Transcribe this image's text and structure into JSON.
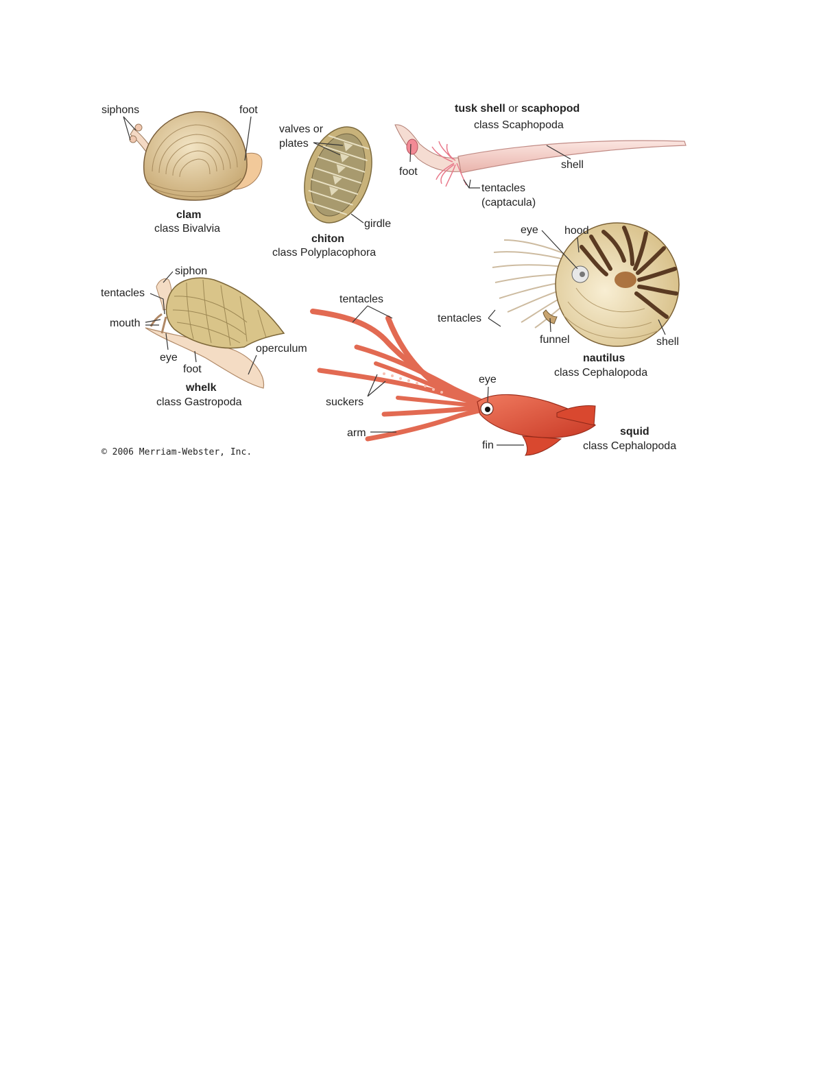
{
  "clam": {
    "labels": {
      "siphons": "siphons",
      "foot": "foot"
    },
    "name": "clam",
    "class": "class Bivalvia"
  },
  "chiton": {
    "labels": {
      "valves_line1": "valves or",
      "valves_line2": "plates",
      "girdle": "girdle"
    },
    "name": "chiton",
    "class": "class Polyplacophora"
  },
  "tusk": {
    "title_bold1": "tusk shell",
    "title_or": " or ",
    "title_bold2": "scaphopod",
    "class": "class Scaphopoda",
    "labels": {
      "foot": "foot",
      "shell": "shell",
      "tentacles": "tentacles",
      "captacula": "(captacula)"
    }
  },
  "nautilus": {
    "labels": {
      "eye": "eye",
      "hood": "hood",
      "tentacles": "tentacles",
      "funnel": "funnel",
      "shell": "shell"
    },
    "name": "nautilus",
    "class": "class Cephalopoda"
  },
  "whelk": {
    "labels": {
      "siphon": "siphon",
      "tentacles": "tentacles",
      "mouth": "mouth",
      "eye": "eye",
      "foot": "foot",
      "operculum": "operculum"
    },
    "name": "whelk",
    "class": "class Gastropoda"
  },
  "squid": {
    "labels": {
      "tentacles": "tentacles",
      "suckers": "suckers",
      "arm": "arm",
      "eye": "eye",
      "fin": "fin"
    },
    "name": "squid",
    "class": "class Cephalopoda"
  },
  "copyright": "© 2006 Merriam-Webster, Inc.",
  "colors": {
    "clam_shell": "#d8bf8e",
    "clam_foot": "#f2c99a",
    "chiton_plate": "#a89a6e",
    "chiton_girdle": "#c8b27a",
    "tusk_shell": "#f6d6d0",
    "tusk_tentacles": "#e8788a",
    "nautilus_shell": "#efe0b8",
    "nautilus_stripes": "#5a3a22",
    "whelk_shell": "#d9c489",
    "whelk_body": "#f4dcc4",
    "squid_body": "#e8553f",
    "squid_fin": "#d9482f"
  }
}
